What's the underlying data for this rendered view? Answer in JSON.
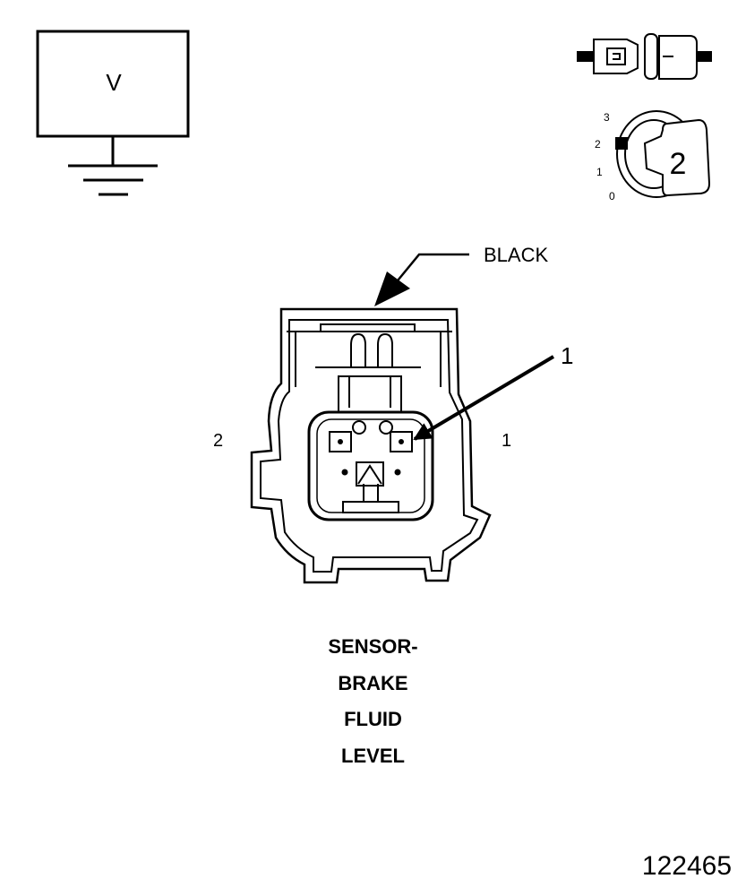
{
  "voltmeter_symbol": {
    "label": "V"
  },
  "probe_icon": {
    "name": "probe-connector-icon"
  },
  "key_icon": {
    "name": "ignition-key-icon",
    "positions": [
      "3",
      "2",
      "1",
      "0"
    ],
    "key_number": "2"
  },
  "connector": {
    "color_label": "BLACK",
    "callout_number": "1",
    "side_labels": {
      "left": "2",
      "right": "1"
    }
  },
  "caption": {
    "lines": [
      "SENSOR-",
      "BRAKE",
      "FLUID",
      "LEVEL"
    ]
  },
  "figure_number": "122465"
}
